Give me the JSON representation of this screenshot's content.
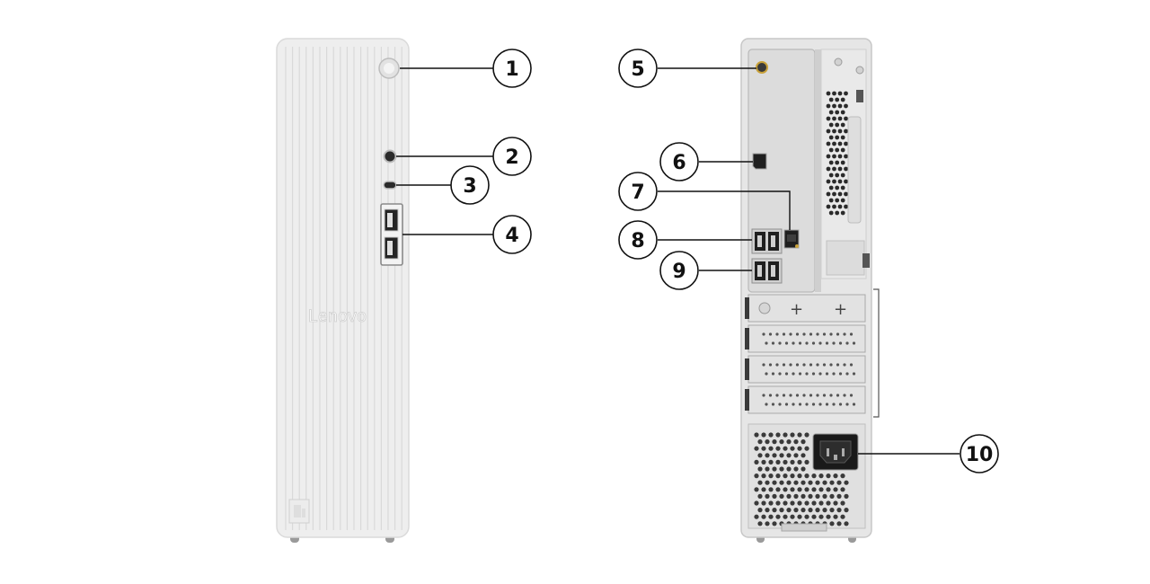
{
  "brand_logo": "Lenovo",
  "callouts": [
    {
      "id": "1",
      "label": "1"
    },
    {
      "id": "2",
      "label": "2"
    },
    {
      "id": "3",
      "label": "3"
    },
    {
      "id": "4",
      "label": "4"
    },
    {
      "id": "5",
      "label": "5"
    },
    {
      "id": "6",
      "label": "6"
    },
    {
      "id": "7",
      "label": "7"
    },
    {
      "id": "8",
      "label": "8"
    },
    {
      "id": "9",
      "label": "9"
    },
    {
      "id": "10",
      "label": "10"
    }
  ],
  "colors": {
    "chassis": "#ececec",
    "chassis_edge": "#d4d4d4",
    "rib_shadow": "#dcdcdc",
    "port_dark": "#1c1c1c",
    "callout_stroke": "#111111"
  }
}
